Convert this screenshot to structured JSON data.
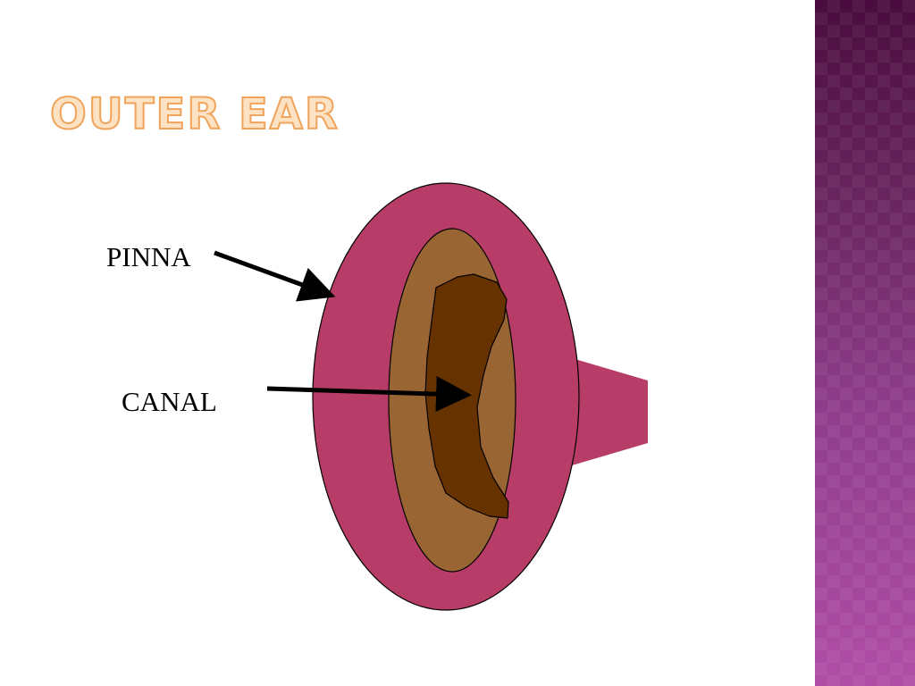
{
  "slide": {
    "title": "OUTER EAR"
  },
  "diagram": {
    "labels": {
      "pinna": "PINNA",
      "canal": "CANAL"
    }
  },
  "colors": {
    "pinna": "#b83c68",
    "canal_wall": "#996633",
    "canal_inner": "#663300",
    "title_fill": "#fde3c4",
    "title_outline": "#f0a35a",
    "side_band_top": "#4a0c3e",
    "side_band_bottom": "#b04ea6"
  }
}
